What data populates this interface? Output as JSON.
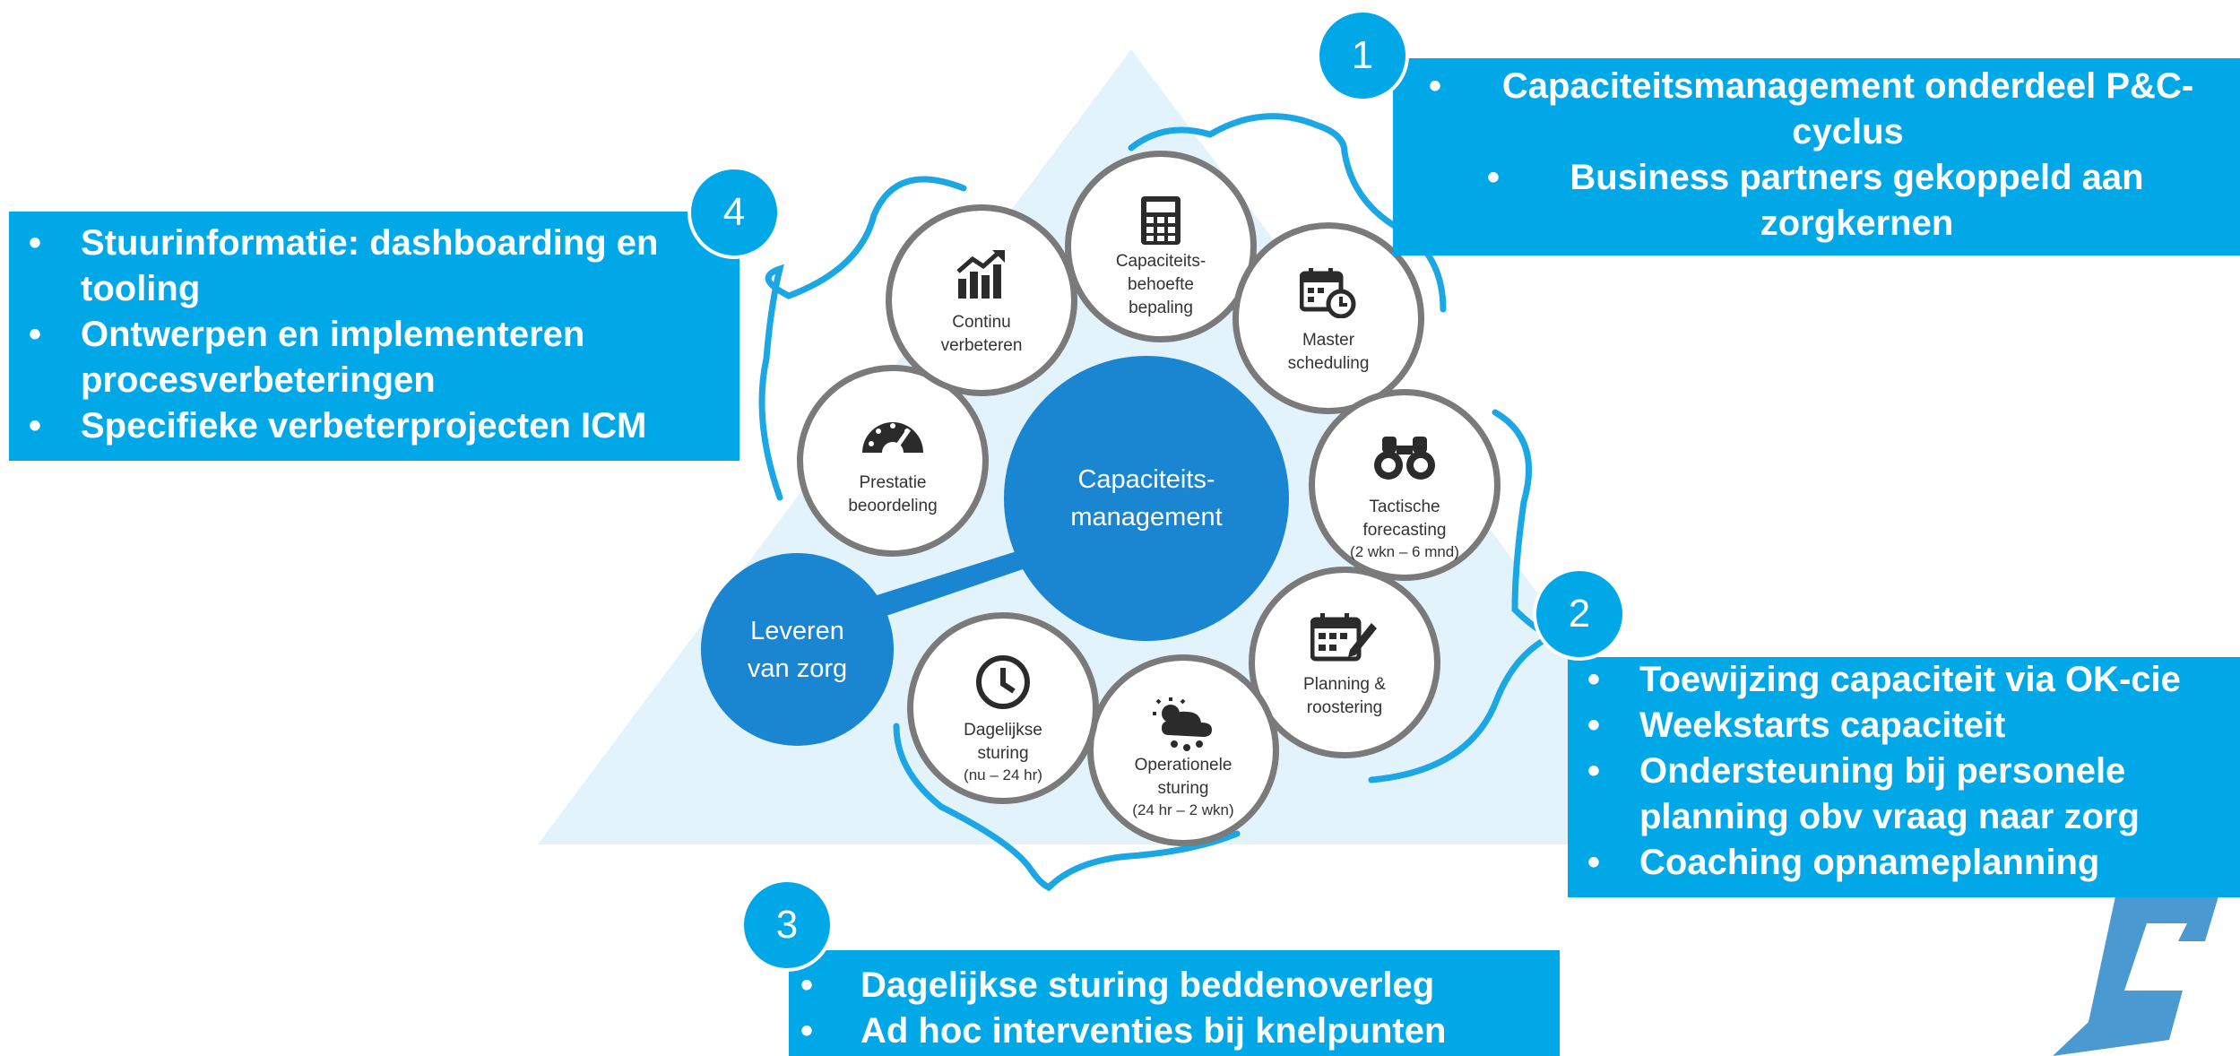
{
  "callouts": {
    "c1": {
      "number": "1",
      "items": [
        "Capaciteitsmanagement onderdeel P&C-cyclus",
        "Business partners gekoppeld aan zorgkernen"
      ]
    },
    "c2": {
      "number": "2",
      "items": [
        "Toewijzing capaciteit  via OK-cie",
        "Weekstarts capaciteit",
        "Ondersteuning bij personele planning obv vraag naar zorg",
        "Coaching opnameplanning"
      ]
    },
    "c3": {
      "number": "3",
      "items": [
        "Dagelijkse sturing beddenoverleg",
        "Ad hoc interventies bij knelpunten"
      ]
    },
    "c4": {
      "number": "4",
      "items": [
        "Stuurinformatie: dashboarding en tooling",
        "Ontwerpen en implementeren procesverbeteringen",
        "Specifieke verbeterprojecten ICM"
      ]
    }
  },
  "hub": "Capaciteits-\nmanagement",
  "delivery": "Leveren\nvan zorg",
  "cycle": [
    {
      "label": "Capaciteits-\nbehoefte\nbepaling",
      "icon": "calculator-icon"
    },
    {
      "label": "Master\nscheduling",
      "icon": "calendar-clock-icon"
    },
    {
      "label": "Tactische\nforecasting",
      "sub": "(2 wkn – 6 mnd)",
      "icon": "binoculars-icon"
    },
    {
      "label": "Planning &\nroostering",
      "icon": "calendar-edit-icon"
    },
    {
      "label": "Operationele\nsturing",
      "sub": "(24 hr – 2 wkn)",
      "icon": "weather-icon"
    },
    {
      "label": "Dagelijkse\nsturing",
      "sub": "(nu – 24 hr)",
      "icon": "clock-icon"
    },
    {
      "label": "Prestatie\nbeoordeling",
      "icon": "speedometer-icon"
    },
    {
      "label": "Continu\nverbeteren",
      "icon": "growth-chart-icon"
    }
  ],
  "colors": {
    "accent": "#00a8e8",
    "hub": "#1a85d1",
    "ring": "#7a7a7a",
    "triangle": "#e3f3fc",
    "brace": "#1ba6e4"
  }
}
